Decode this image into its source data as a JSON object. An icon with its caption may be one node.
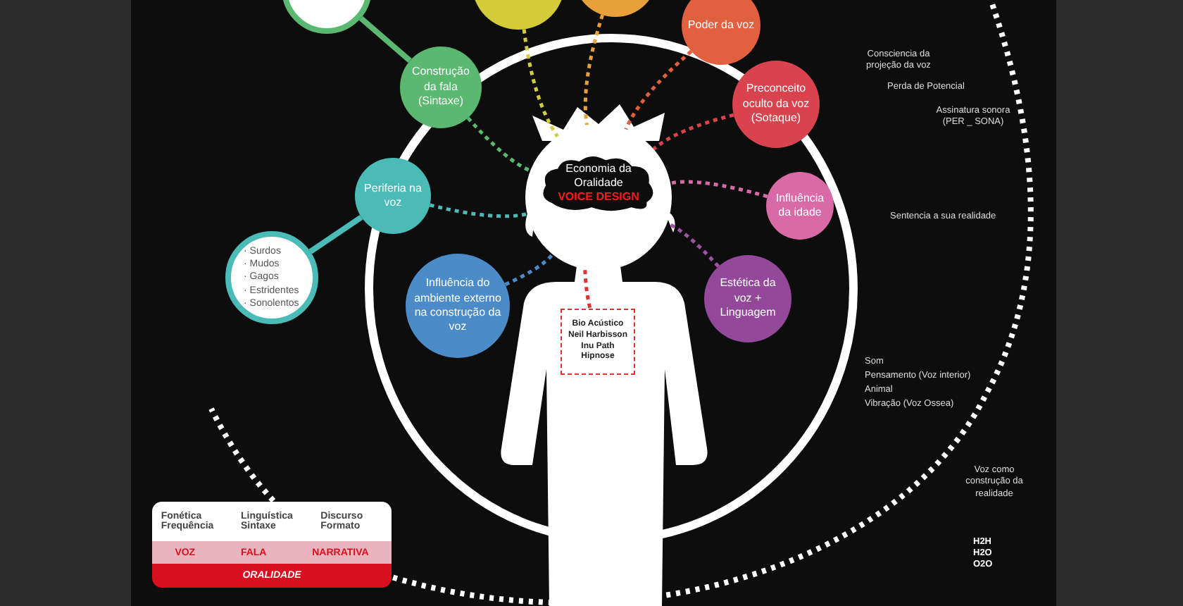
{
  "diagram": {
    "nodes": [
      {
        "text": [],
        "shape": "circle"
      },
      {
        "text": [
          "Economia da Oralidade",
          "VOICE DESIGN"
        ],
        "in": 0
      },
      {
        "text": [
          "Bio Acústico",
          "Neil Harbisson",
          "Inu Path",
          "Hipnose"
        ]
      },
      {
        "text": [],
        "shape": "circle"
      },
      {
        "text": [],
        "shape": "circle"
      },
      {
        "text": [],
        "shape": "circle"
      },
      {
        "text": [
          "Poder da voz"
        ]
      },
      {
        "text": [
          "Construção da fala (Sintaxe)"
        ]
      },
      {
        "text": [
          "Preconceito oculto da voz (Sotaque)"
        ]
      },
      {
        "text": [
          "Periferia na voz"
        ]
      },
      {
        "text": [
          "· Surdos",
          "· Mudos",
          "· Gagos",
          "· Estridentes",
          "· Sonolentos"
        ]
      },
      {
        "text": [
          "Influência da idade"
        ]
      },
      {
        "text": [
          "Influência do ambiente externo na construção da voz"
        ]
      },
      {
        "text": [
          "Estética da voz + Linguagem"
        ]
      },
      {
        "text": [
          "Fonética Frequência",
          "Linguística Sintaxe",
          "Discurso Formato"
        ]
      },
      {
        "text": [
          "VOZ",
          "FALA",
          "NARRATIVA"
        ]
      },
      {
        "text": [
          "ORALIDADE"
        ]
      }
    ],
    "edges": [
      {
        "from": 3,
        "to": 7,
        "arrow": "none",
        "color": "#5bb870"
      },
      {
        "from": 9,
        "to": 10,
        "arrow": "none",
        "color": "#4bbbb8"
      },
      {
        "from": 4,
        "to": 0,
        "arrow": "none",
        "style": "dashed",
        "color": "#d4cc3a"
      },
      {
        "from": 5,
        "to": 0,
        "arrow": "none",
        "style": "dashed",
        "color": "#e8a03a"
      },
      {
        "from": 6,
        "to": 0,
        "arrow": "none",
        "style": "dashed",
        "color": "#e0603f"
      },
      {
        "from": 7,
        "to": 0,
        "arrow": "none",
        "style": "dashed",
        "color": "#5bb870"
      },
      {
        "from": 8,
        "to": 0,
        "arrow": "none",
        "style": "dashed",
        "color": "#d8434e"
      },
      {
        "from": 9,
        "to": 0,
        "arrow": "none",
        "style": "dashed",
        "color": "#4bbbb8"
      },
      {
        "from": 11,
        "to": 0,
        "arrow": "none",
        "style": "dashed",
        "color": "#d96aa8"
      },
      {
        "from": 12,
        "to": 0,
        "arrow": "none",
        "style": "dashed",
        "color": "#4b8cc8"
      },
      {
        "from": 13,
        "to": 0,
        "arrow": "none",
        "style": "dashed",
        "color": "#a052a8"
      },
      {
        "from": 1,
        "to": 2,
        "arrow": "none",
        "style": "dashed",
        "color": "#e03030"
      }
    ],
    "labels": [
      "Consciencia da projeção da voz",
      "Perda de Potencial",
      "Assinatura sonora (PER _ SONA)",
      "Sentencia a sua realidade",
      "Som",
      "Pensamento (Voz interior)",
      "Animal",
      "Vibração (Voz Ossea)",
      "Voz como construção da realidade",
      "H2H",
      "H2O",
      "O2O"
    ]
  }
}
